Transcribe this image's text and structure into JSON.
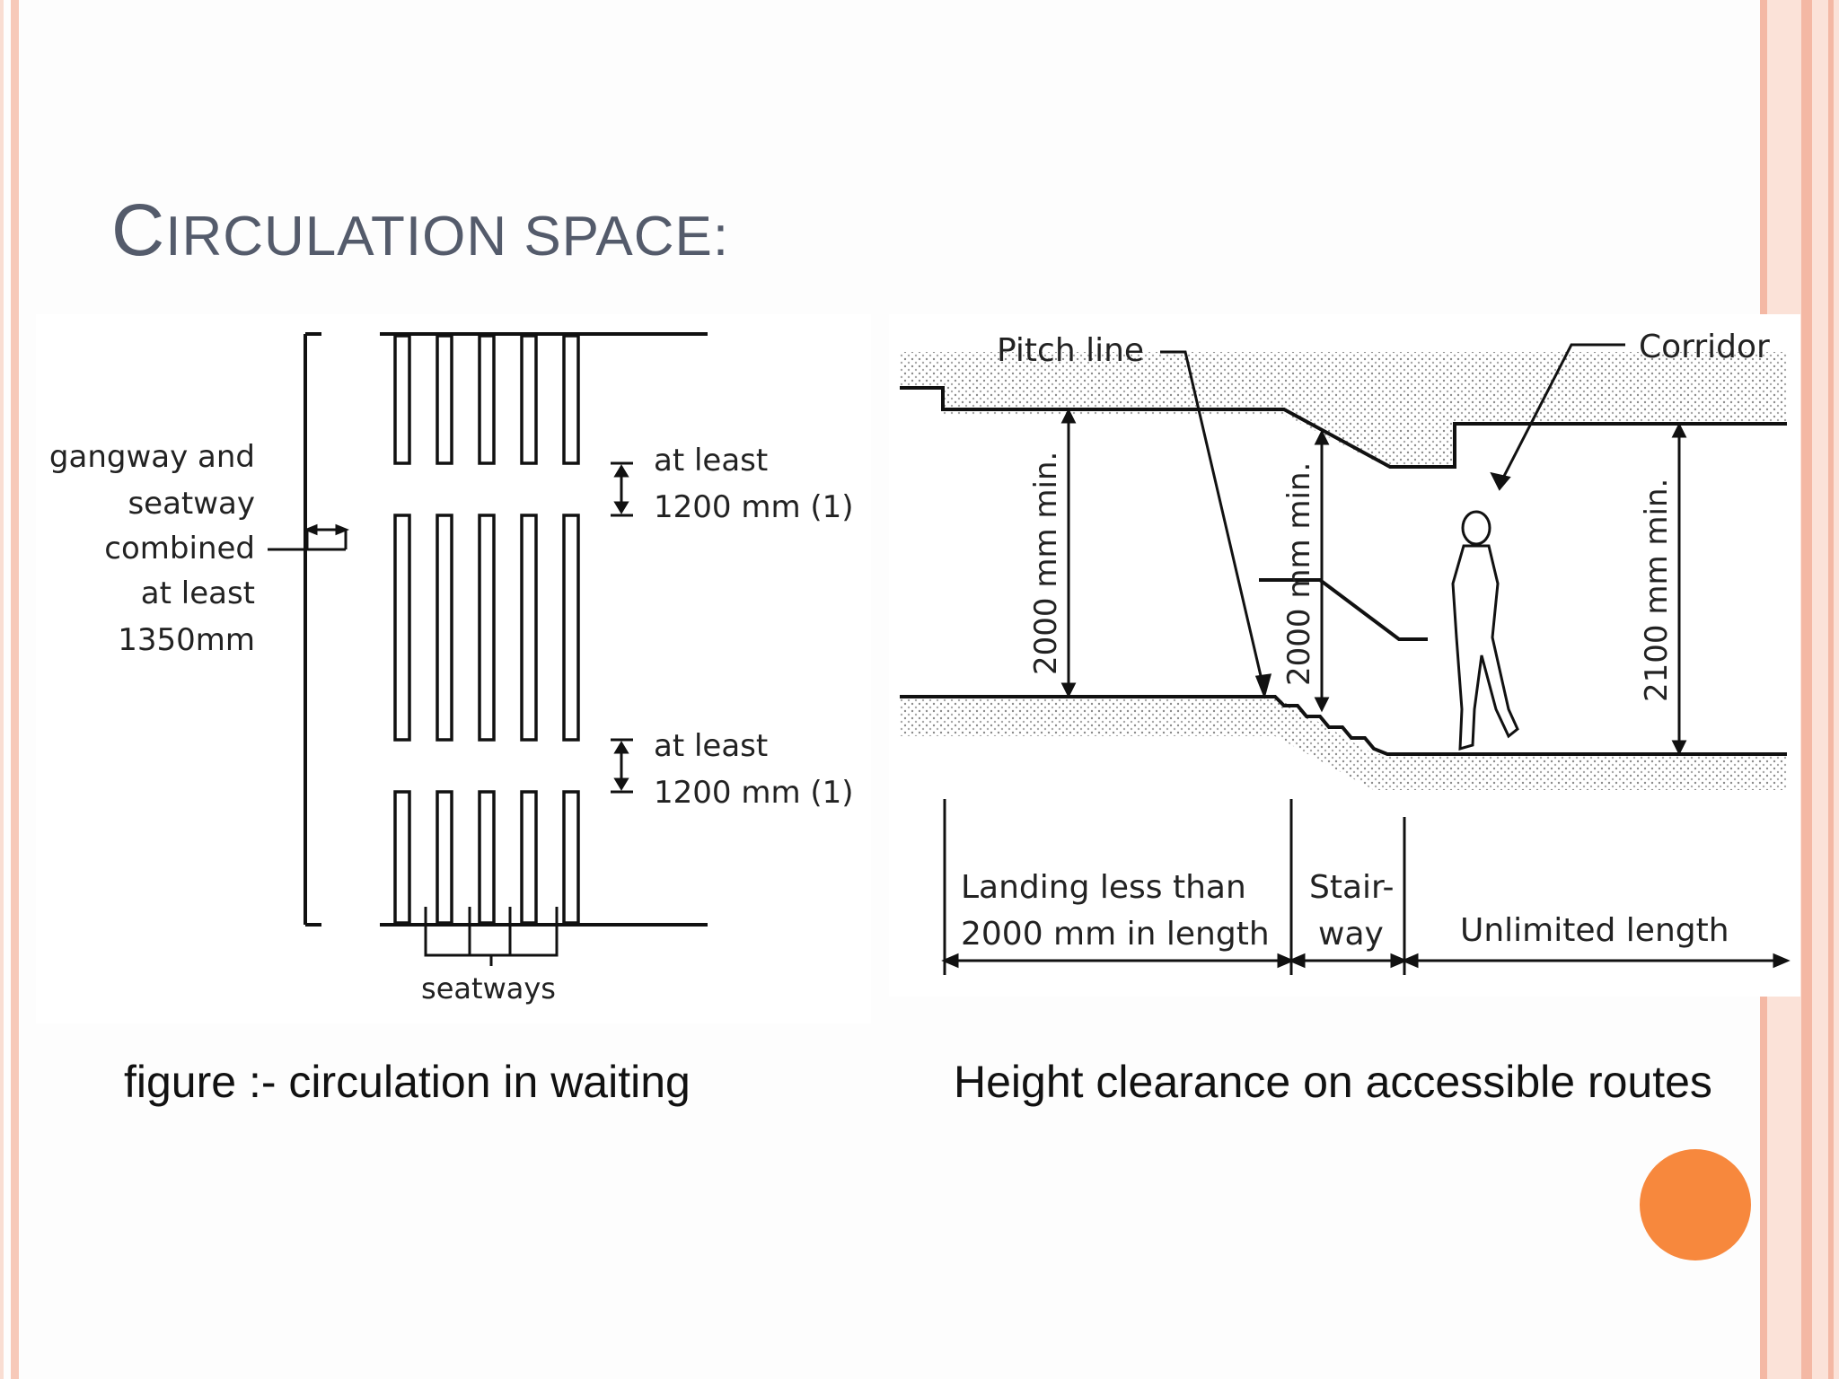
{
  "slide": {
    "title_first_letter": "C",
    "title_rest": "IRCULATION SPACE:",
    "accent_color": "#f7883d",
    "frame_color": "#f4b8a4"
  },
  "figure_left": {
    "caption": "figure :-  circulation in waiting",
    "gangway_label": [
      "gangway and",
      "seatway",
      "combined",
      "at least",
      "1350mm"
    ],
    "gap_label_1": [
      "at least",
      "1200 mm (1)"
    ],
    "gap_label_2": [
      "at least",
      "1200 mm (1)"
    ],
    "seatways_label": "seatways"
  },
  "figure_right": {
    "caption": "Height clearance on accessible routes",
    "pitch_line_label": "Pitch  line",
    "corridor_label": "Corridor",
    "dim_landing": "2000 mm min.",
    "dim_stair": "2000 mm min.",
    "dim_corridor": "2100 mm min.",
    "segment_landing": [
      "Landing  less  than",
      "2000 mm  in  length"
    ],
    "segment_stair": [
      "Stair-",
      "way"
    ],
    "segment_unlimited": "Unlimited  length"
  }
}
